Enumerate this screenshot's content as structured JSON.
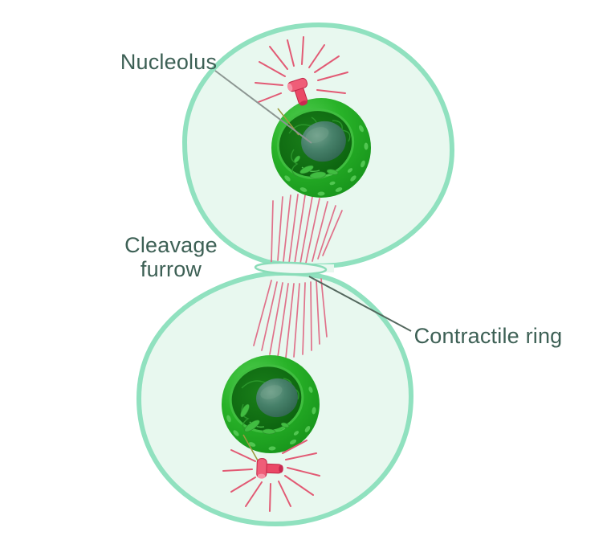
{
  "figure": {
    "subject": "cytokinesis-cell-division-diagram",
    "labels": {
      "nucleolus": {
        "text": "Nucleolus"
      },
      "cleavage_furrow": {
        "line1": "Cleavage",
        "line2": "furrow"
      },
      "contractile_ring": {
        "text": "Contractile ring"
      }
    },
    "colors": {
      "background": "#ffffff",
      "cell_fill": "#e8f8ef",
      "cell_membrane": "#90e1bf",
      "contractile_ring_outline": "#8adcb8",
      "nucleus_sphere_green": "#28b228",
      "nucleoplasm_dark_green": "#0e6b12",
      "nuclear_rim_light_green": "#3fbe3f",
      "nuclear_pore_green": "#57cb57",
      "chromatin_green": "#2e9a2e",
      "nucleolus_teal": "#47816a",
      "spindle_fiber_pink": "#e0718a",
      "astral_ray_pink": "#e25a74",
      "centriole_pink": "#ea4866",
      "microtubule_olive": "#9a9a40",
      "label_text": "#3d6055",
      "pointer_line_gray": "#8c9692",
      "pointer_line_dark": "#54685e"
    }
  }
}
